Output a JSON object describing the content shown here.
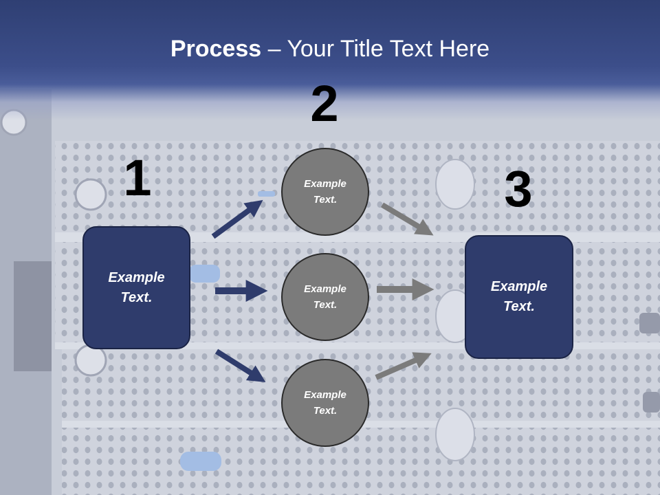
{
  "slide": {
    "title_bold": "Process",
    "title_rest": " – Your Title Text Here"
  },
  "steps": {
    "number_1": "1",
    "number_2": "2",
    "number_3": "3"
  },
  "boxes": {
    "left_text": "Example Text.",
    "right_text": "Example Text."
  },
  "circles": {
    "top_text": "Example Text.",
    "middle_text": "Example Text.",
    "bottom_text": "Example Text."
  },
  "colors": {
    "box_fill": "#2f3c6c",
    "circle_fill": "#7b7b7b",
    "blue_arrow": "#2f3c6c",
    "gray_arrow": "#7b7b7b"
  }
}
